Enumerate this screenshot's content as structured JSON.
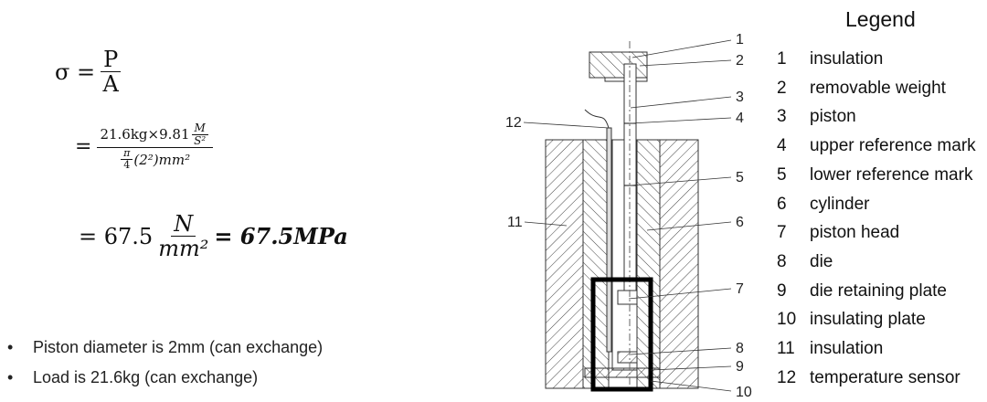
{
  "equations": {
    "line1": {
      "lhs": "σ =",
      "num": "P",
      "den": "A"
    },
    "line2": {
      "eq": "=",
      "num_a": "21.6kg×9.81",
      "num_unit_num": "M",
      "num_unit_den": "S²",
      "den_pi": "π",
      "den_4": "4",
      "den_rest": "(2²)mm²"
    },
    "line3": {
      "eq": "= 67.5",
      "num": "N",
      "den": "mm²",
      "result": "= 67.5MPa"
    }
  },
  "bullets": [
    "Piston diameter is 2mm (can exchange)",
    "Load is 21.6kg (can exchange)"
  ],
  "diagram": {
    "callouts": [
      "1",
      "2",
      "3",
      "4",
      "5",
      "6",
      "7",
      "8",
      "9",
      "10",
      "11",
      "12"
    ]
  },
  "legend": {
    "title": "Legend",
    "items": [
      {
        "n": "1",
        "label": "insulation"
      },
      {
        "n": "2",
        "label": "removable weight"
      },
      {
        "n": "3",
        "label": "piston"
      },
      {
        "n": "4",
        "label": "upper reference mark"
      },
      {
        "n": "5",
        "label": "lower reference mark"
      },
      {
        "n": "6",
        "label": "cylinder"
      },
      {
        "n": "7",
        "label": "piston head"
      },
      {
        "n": "8",
        "label": "die"
      },
      {
        "n": "9",
        "label": "die retaining plate"
      },
      {
        "n": "10",
        "label": "insulating plate"
      },
      {
        "n": "11",
        "label": "insulation"
      },
      {
        "n": "12",
        "label": "temperature sensor"
      }
    ]
  }
}
